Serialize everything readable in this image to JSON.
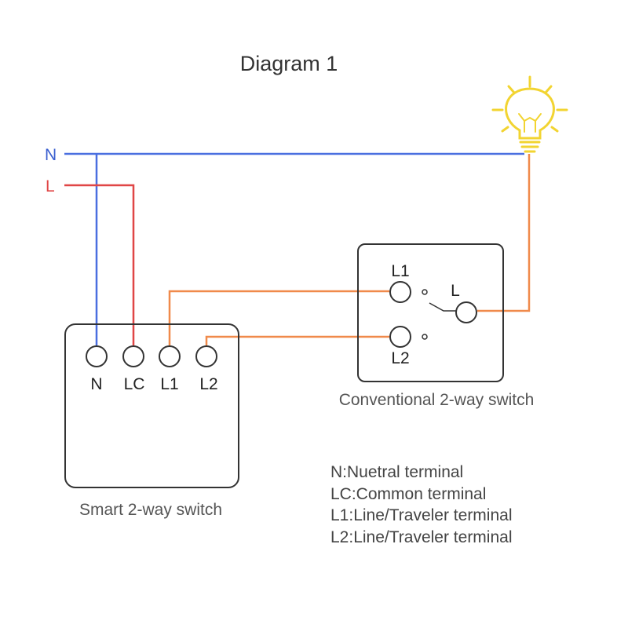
{
  "title": "Diagram 1",
  "bus": {
    "neutral": "N",
    "live": "L"
  },
  "smart_switch": {
    "caption": "Smart 2-way switch",
    "terminals": [
      "N",
      "LC",
      "L1",
      "L2"
    ]
  },
  "conventional_switch": {
    "caption": "Conventional 2-way switch",
    "terminal_l1": "L1",
    "terminal_l2": "L2",
    "terminal_l": "L"
  },
  "legend": [
    "N:Nuetral terminal",
    "LC:Common terminal",
    "L1:Line/Traveler terminal",
    "L2:Line/Traveler terminal"
  ],
  "colors": {
    "neutral_wire": "#4a6fe0",
    "live_wire": "#e04646",
    "traveler_wire": "#f08a4b",
    "bulb": "#f2d431",
    "outline": "#333333"
  },
  "icons": {
    "bulb": "light-bulb-icon"
  }
}
